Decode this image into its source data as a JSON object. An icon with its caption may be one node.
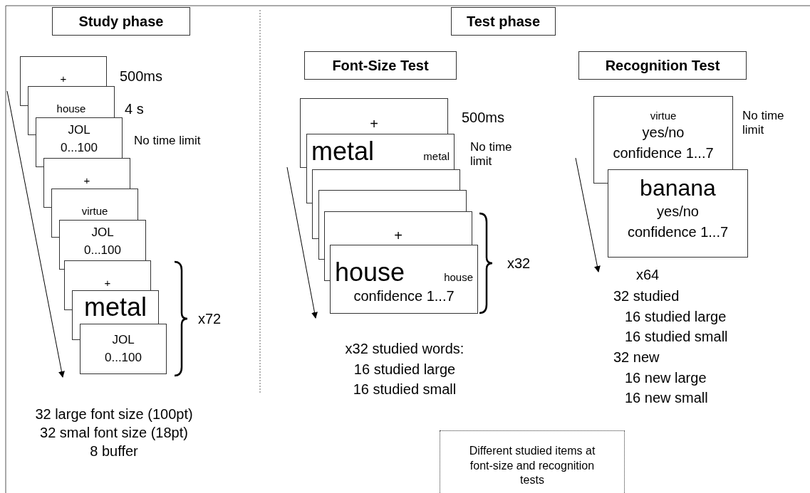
{
  "diagram": {
    "nodes": [
      {
        "text": [
          "Study phase"
        ]
      },
      {
        "text": [
          "Test phase"
        ]
      },
      {
        "text": [
          "Font-Size Test"
        ]
      },
      {
        "text": [
          "Recognition Test"
        ]
      },
      {
        "text": [
          "+"
        ],
        "beside": [
          "500ms"
        ]
      },
      {
        "text": [
          "house"
        ],
        "beside": [
          "4 s"
        ]
      },
      {
        "text": [
          "JOL 0...100"
        ],
        "beside": [
          "No time limit"
        ]
      },
      {
        "text": [
          "+"
        ]
      },
      {
        "text": [
          "virtue"
        ]
      },
      {
        "text": [
          "JOL 0...100"
        ]
      },
      {
        "text": [
          "+"
        ]
      },
      {
        "text": [
          "metal"
        ]
      },
      {
        "text": [
          "JOL 0...100"
        ]
      },
      {
        "text": [
          "+"
        ],
        "beside": [
          "500ms"
        ]
      },
      {
        "text": [
          "metal",
          "metal"
        ],
        "beside": [
          "No time limit"
        ]
      },
      {
        "text": [],
        "shape": "box"
      },
      {
        "text": [],
        "shape": "box"
      },
      {
        "text": [
          "+"
        ]
      },
      {
        "text": [
          "house",
          "house",
          "confidence 1...7"
        ]
      },
      {
        "text": [
          "virtue",
          "yes/no confidence 1...7"
        ],
        "beside": [
          "No time limit"
        ]
      },
      {
        "text": [
          "banana",
          "yes/no confidence 1...7"
        ]
      },
      {
        "text": [
          "Different studied items at font-size and recognition tests"
        ]
      }
    ],
    "labels": [
      "x72",
      "32 large font size (100pt)",
      "32 smal font size (18pt)",
      "8 buffer",
      "x32",
      "x32 studied words:",
      "16 studied large",
      "16 studied small",
      "x64",
      "32 studied",
      "16 studied large",
      "16 studied small",
      "32 new",
      "16 new large",
      "16 new small"
    ]
  }
}
